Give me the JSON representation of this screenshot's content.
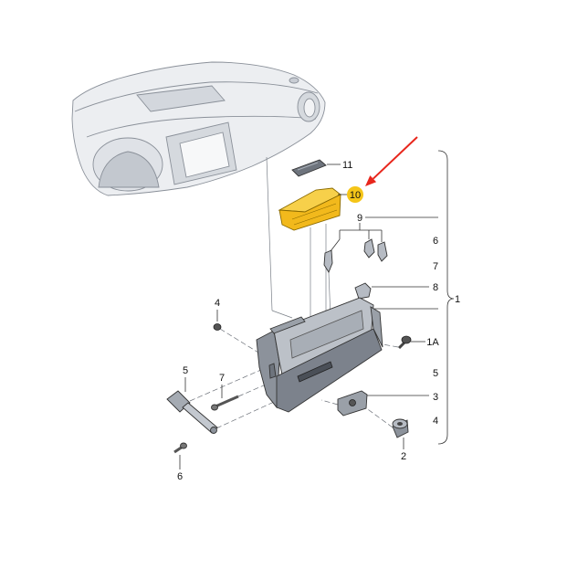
{
  "callouts": {
    "part_11": "11",
    "part_10": "10",
    "part_9": "9",
    "part_6_right": "6",
    "part_7_right": "7",
    "part_8": "8",
    "part_1": "1",
    "part_4_left": "4",
    "part_1A": "1A",
    "part_5_right": "5",
    "part_3": "3",
    "part_4_right": "4",
    "part_2": "2",
    "part_5_left": "5",
    "part_7_left": "7",
    "part_6_left": "6"
  },
  "colors": {
    "highlight": "#f5c518",
    "arrow": "#e8261c"
  }
}
